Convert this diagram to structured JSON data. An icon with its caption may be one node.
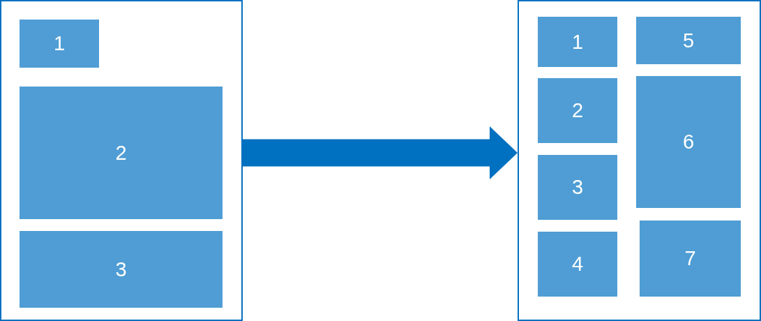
{
  "diagram": {
    "nodes": [
      {
        "text": [],
        "shape": "box"
      },
      {
        "text": [
          "1"
        ],
        "in": 0
      },
      {
        "text": [
          "2"
        ],
        "in": 0
      },
      {
        "text": [
          "3"
        ],
        "in": 0
      },
      {
        "text": [],
        "shape": "box"
      },
      {
        "text": [
          "1"
        ],
        "in": 4
      },
      {
        "text": [
          "2"
        ],
        "in": 4
      },
      {
        "text": [
          "3"
        ],
        "in": 4
      },
      {
        "text": [
          "4"
        ],
        "in": 4
      },
      {
        "text": [
          "5"
        ],
        "in": 4
      },
      {
        "text": [
          "6"
        ],
        "in": 4
      },
      {
        "text": [
          "7"
        ],
        "in": 4
      }
    ],
    "edges": [
      {
        "from": 0,
        "to": 4,
        "arrow": "to"
      }
    ]
  }
}
